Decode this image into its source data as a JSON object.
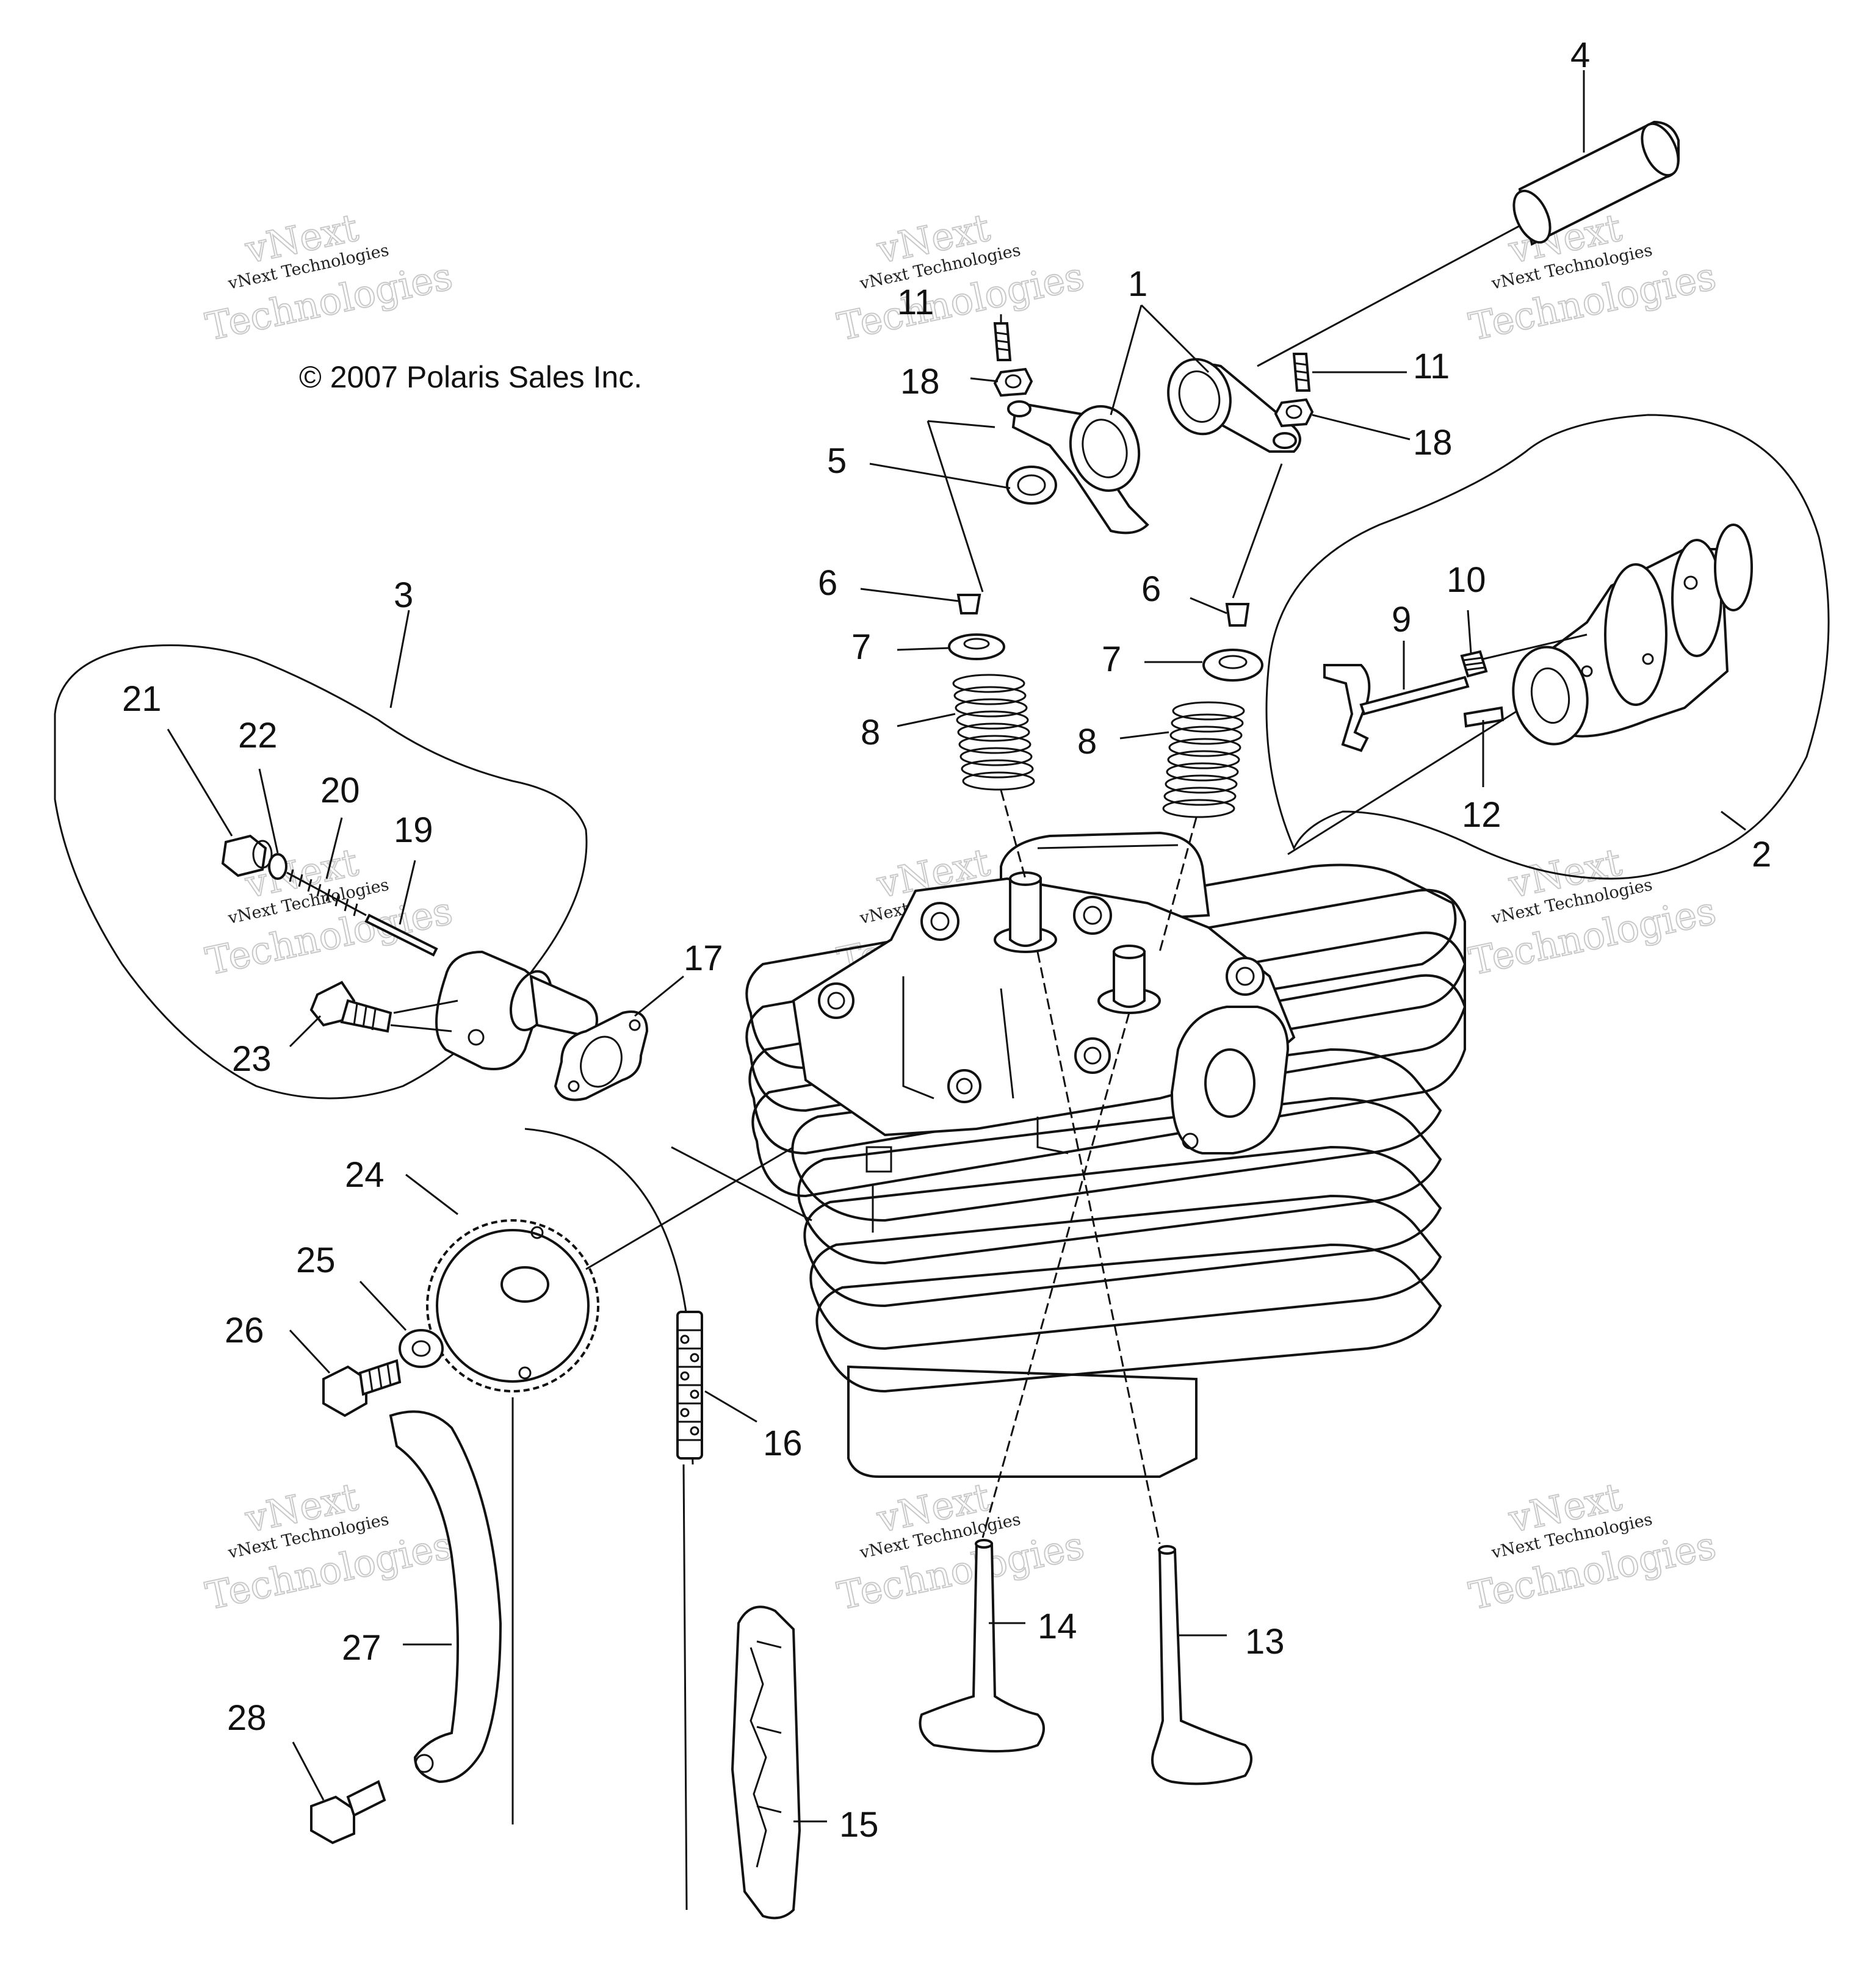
{
  "copyright": "© 2007 Polaris Sales Inc.",
  "watermark": {
    "line1": "vNext",
    "line2": "vNext Technologies",
    "line3": "Technologies"
  },
  "callouts": {
    "c1": "1",
    "c2": "2",
    "c3": "3",
    "c4": "4",
    "c5": "5",
    "c6a": "6",
    "c6b": "6",
    "c7a": "7",
    "c7b": "7",
    "c8a": "8",
    "c8b": "8",
    "c9": "9",
    "c10": "10",
    "c11a": "11",
    "c11b": "11",
    "c12": "12",
    "c13": "13",
    "c14": "14",
    "c15": "15",
    "c16": "16",
    "c17": "17",
    "c18a": "18",
    "c18b": "18",
    "c19": "19",
    "c20": "20",
    "c21": "21",
    "c22": "22",
    "c23": "23",
    "c24": "24",
    "c25": "25",
    "c26": "26",
    "c27": "27",
    "c28": "28"
  }
}
